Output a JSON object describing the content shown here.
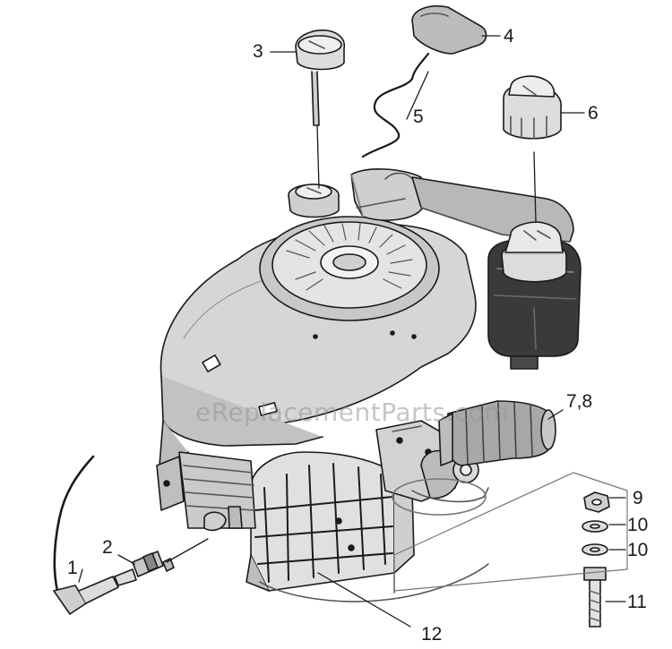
{
  "diagram": {
    "watermark": "eReplacementParts.com",
    "callouts": {
      "c1": "1",
      "c2": "2",
      "c3": "3",
      "c4": "4",
      "c5": "5",
      "c6": "6",
      "c78": "7,8",
      "c9": "9",
      "c10a": "10",
      "c10b": "10",
      "c11": "11",
      "c12": "12"
    }
  }
}
